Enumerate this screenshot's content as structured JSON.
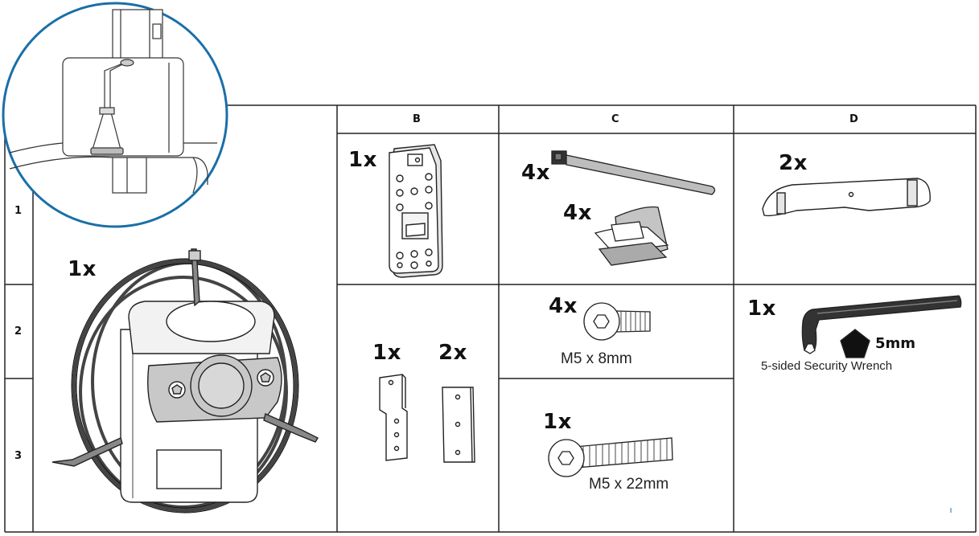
{
  "columns": {
    "b": "B",
    "c": "C",
    "d": "D"
  },
  "rows": {
    "r1": "1",
    "r2": "2",
    "r3": "3"
  },
  "parts": {
    "assembly_qty": "1x",
    "bracket_qty": "1x",
    "cable_tie_qty": "4x",
    "adhesive_mount_qty": "4x",
    "clip_qty": "2x",
    "z_bracket_qty": "1x",
    "flat_bracket_qty": "2x",
    "screw_short_qty": "4x",
    "screw_short_label": "M5 x 8mm",
    "screw_long_qty": "1x",
    "screw_long_label": "M5 x 22mm",
    "wrench_qty": "1x",
    "wrench_size": "5mm",
    "wrench_label": "5-sided Security Wrench"
  },
  "colors": {
    "grid": "#222222",
    "circle": "#1a6fa8",
    "part_fill": "#ffffff",
    "part_shade": "#c8c8c8",
    "cable": "#444444"
  }
}
